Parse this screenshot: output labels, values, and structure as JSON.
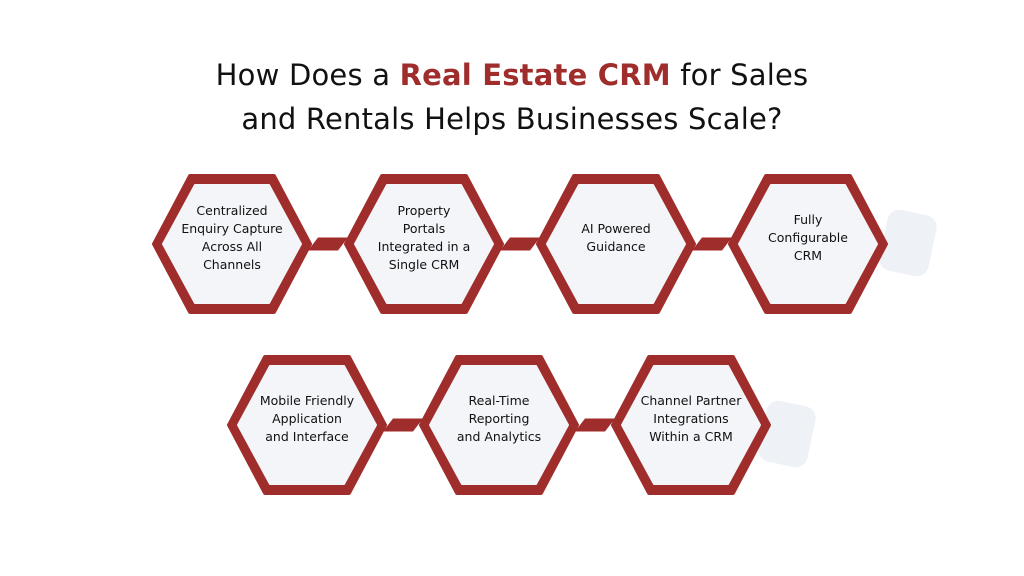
{
  "title": {
    "line1_before": "How Does a ",
    "line1_highlight": "Real Estate CRM",
    "line1_after": " for Sales",
    "line2": "and Rentals Helps Businesses Scale?"
  },
  "colors": {
    "accent": "#9f2d2b",
    "hex_fill": "#f3f5f9",
    "decor": "#eef1f6",
    "text": "#111111"
  },
  "rows": [
    {
      "items": [
        {
          "lines": [
            "Centralized",
            "Enquiry Capture",
            "Across All",
            "Channels"
          ]
        },
        {
          "lines": [
            "Property",
            "Portals",
            "Integrated in a",
            "Single CRM"
          ]
        },
        {
          "lines": [
            "AI Powered",
            "Guidance"
          ]
        },
        {
          "lines": [
            "Fully",
            "Configurable",
            "CRM"
          ]
        }
      ]
    },
    {
      "items": [
        {
          "lines": [
            "Mobile Friendly",
            "Application",
            "and Interface"
          ]
        },
        {
          "lines": [
            "Real-Time",
            "Reporting",
            "and Analytics"
          ]
        },
        {
          "lines": [
            "Channel Partner",
            "Integrations",
            "Within a CRM"
          ]
        }
      ]
    }
  ]
}
